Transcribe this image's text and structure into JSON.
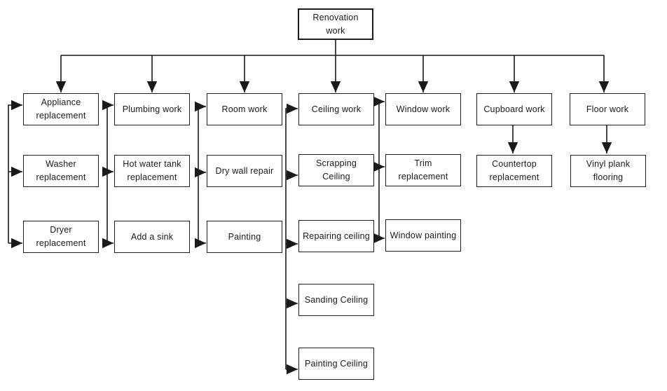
{
  "diagram": {
    "root": {
      "label": "Renovation work"
    },
    "branches": [
      {
        "label": "Appliance replacement",
        "children": [
          {
            "label": "Washer replacement"
          },
          {
            "label": "Dryer replacement"
          }
        ]
      },
      {
        "label": "Plumbing work",
        "children": [
          {
            "label": "Hot water tank replacement"
          },
          {
            "label": "Add a sink"
          }
        ]
      },
      {
        "label": "Room work",
        "children": [
          {
            "label": "Dry wall repair"
          },
          {
            "label": "Painting"
          }
        ]
      },
      {
        "label": "Ceiling work",
        "children": [
          {
            "label": "Scrapping Ceiling"
          },
          {
            "label": "Repairing ceiling"
          },
          {
            "label": "Sanding Ceiling"
          },
          {
            "label": "Painting Ceiling"
          }
        ]
      },
      {
        "label": "Window work",
        "children": [
          {
            "label": "Trim replacement"
          },
          {
            "label": "Window painting"
          }
        ]
      },
      {
        "label": "Cupboard work",
        "children": [
          {
            "label": "Countertop replacement"
          }
        ]
      },
      {
        "label": "Floor work",
        "children": [
          {
            "label": "Vinyl plank flooring"
          }
        ]
      }
    ],
    "colors": {
      "line": "#1a1a1a",
      "box_border": "#1c1c1c",
      "box_fill": "#ffffff",
      "text": "#1a1a1a",
      "background": "#ffffff"
    }
  }
}
